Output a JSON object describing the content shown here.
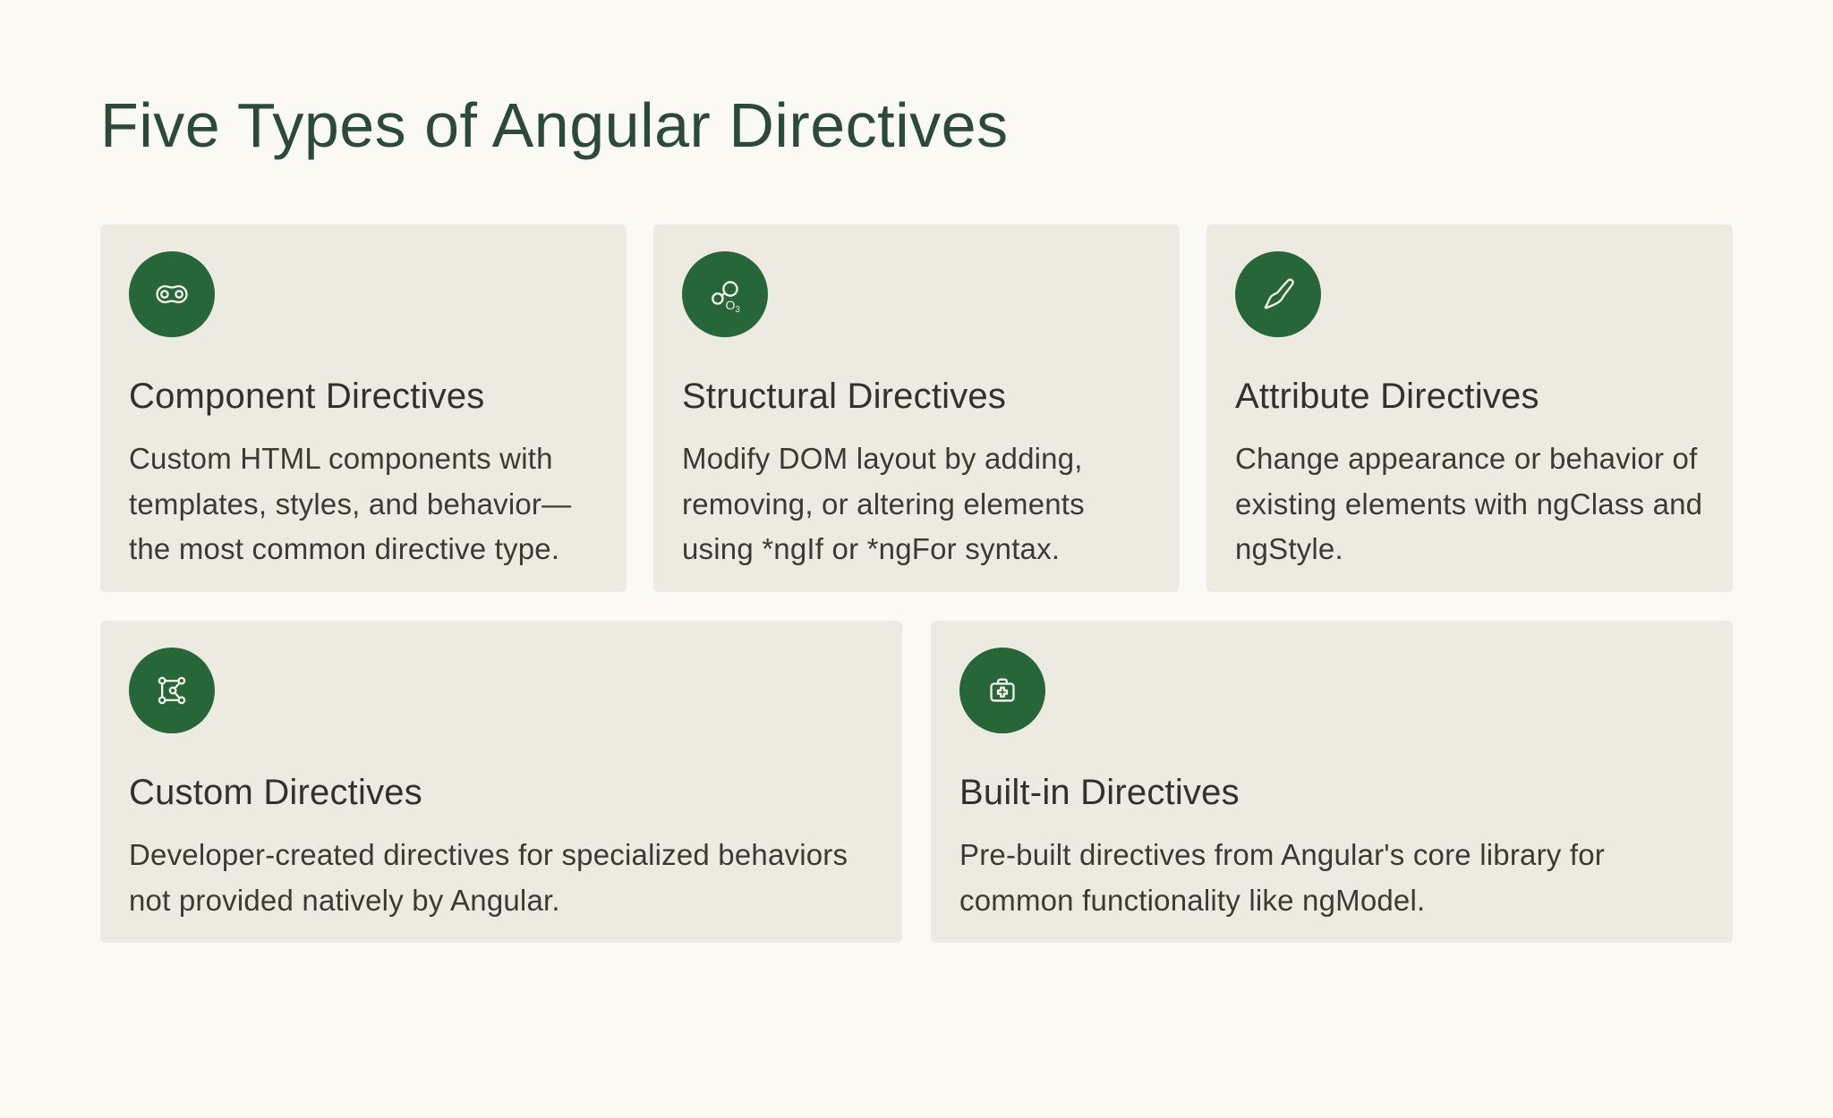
{
  "page": {
    "title": "Five Types of Angular Directives"
  },
  "colors": {
    "page_background": "#FAF9F4",
    "card_background": "#EDEAE1",
    "accent_green": "#276639",
    "title_green": "#2C4A3A",
    "heading_text": "#33312C",
    "body_text": "#3C3A32",
    "icon_stroke": "#F2EFE7"
  },
  "icons": {
    "ozone_symbol": "O",
    "ozone_subscript": "3"
  },
  "cards": [
    {
      "icon": "chain-link-icon",
      "title": "Component Directives",
      "description": "Custom HTML components with templates, styles, and behavior—the most common directive type."
    },
    {
      "icon": "ozone-molecule-icon",
      "title": "Structural Directives",
      "description": "Modify DOM layout by adding, removing, or altering elements using *ngIf or *ngFor syntax."
    },
    {
      "icon": "paintbrush-icon",
      "title": "Attribute Directives",
      "description": "Change appearance or behavior of existing elements with ngClass and ngStyle."
    },
    {
      "icon": "vector-nodes-icon",
      "title": "Custom Directives",
      "description": "Developer-created directives for specialized behaviors not provided natively by Angular."
    },
    {
      "icon": "first-aid-kit-icon",
      "title": "Built-in Directives",
      "description": "Pre-built directives from Angular's core library for common functionality like ngModel."
    }
  ]
}
